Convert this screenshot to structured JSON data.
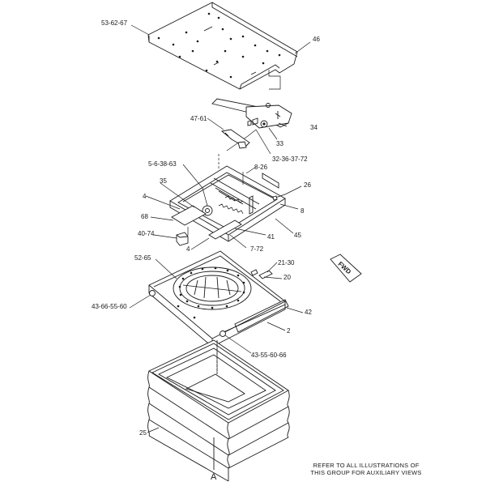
{
  "callouts": {
    "c53_62_67": "53-62-67",
    "c46": "46",
    "c47_61": "47-61",
    "c34": "34",
    "c33": "33",
    "c32_36_37_72": "32-36-37-72",
    "c5_6_38_63": "5-6-38-63",
    "c8_26": "8-26",
    "c35": "35",
    "c26": "26",
    "c4a": "4",
    "c8": "8",
    "c68": "68",
    "c41": "41",
    "c40_74": "40-74",
    "c45": "45",
    "c4b": "4",
    "c7_72": "7-72",
    "c52_65": "52-65",
    "c21_30": "21-30",
    "c20": "20",
    "c43_66_55_60": "43-66-55-60",
    "c42": "42",
    "c2": "2",
    "c43_55_60_66": "43-55-60-66",
    "c25": "25"
  },
  "fwd_label": "FWD",
  "view_label": "A",
  "note": {
    "line1": "REFER TO ALL ILLUSTRATIONS OF",
    "line2": "THIS GROUP FOR AUXILIARY VIEWS"
  },
  "colors": {
    "ink": "#1a1a1a",
    "paper": "#ffffff"
  }
}
